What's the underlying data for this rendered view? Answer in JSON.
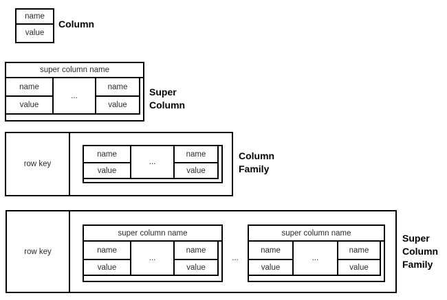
{
  "cells": {
    "name": "name",
    "value": "value",
    "ellipsis": "...",
    "super_column_name": "super column name",
    "row_key": "row key"
  },
  "captions": {
    "column": "Column",
    "super_column": "Super Column",
    "column_family": "Column Family",
    "super_column_family": "Super Column Family"
  },
  "colors": {
    "background": "#ffffff",
    "border": "#000000",
    "text": "#2b2b2b",
    "caption": "#000000"
  }
}
